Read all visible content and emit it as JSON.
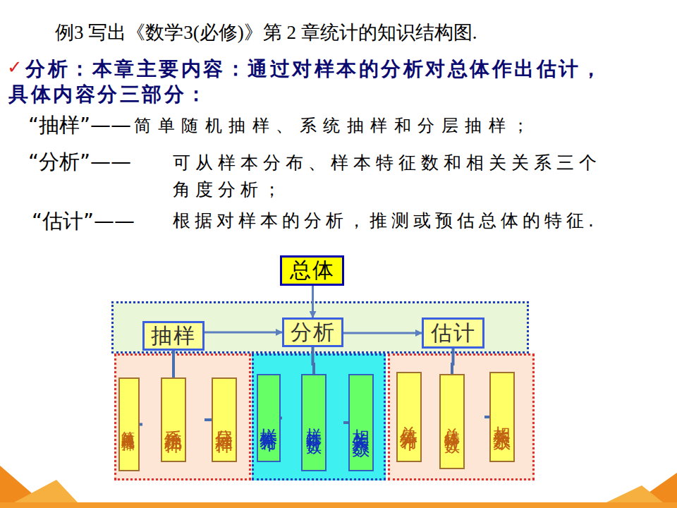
{
  "diagram": {
    "title": "例3 写出《数学3(必修)》第 2 章统计的知识结构图.",
    "nodes": [
      {
        "text": [
          "总体"
        ]
      },
      {
        "text": [
          "抽样"
        ]
      },
      {
        "text": [
          "分析"
        ]
      },
      {
        "text": [
          "估计"
        ]
      },
      {
        "text": [
          "简单随机抽样"
        ]
      },
      {
        "text": [
          "系统抽样"
        ]
      },
      {
        "text": [
          "分层抽样"
        ]
      },
      {
        "text": [
          "样本分布"
        ]
      },
      {
        "text": [
          "样本特征数"
        ]
      },
      {
        "text": [
          "相关系数"
        ]
      },
      {
        "text": [
          "总体分布"
        ]
      },
      {
        "text": [
          "总体特征数"
        ]
      },
      {
        "text": [
          "相关系数"
        ]
      }
    ],
    "edges": [
      {
        "from": 0,
        "to": 2,
        "arrow": "to"
      },
      {
        "from": 1,
        "to": 2,
        "arrow": "to"
      },
      {
        "from": 2,
        "to": 3,
        "arrow": "to"
      },
      {
        "from": 1,
        "to": 4,
        "arrow": "none"
      },
      {
        "from": 1,
        "to": 5,
        "arrow": "none"
      },
      {
        "from": 1,
        "to": 6,
        "arrow": "none"
      },
      {
        "from": 2,
        "to": 7,
        "arrow": "none"
      },
      {
        "from": 2,
        "to": 8,
        "arrow": "none"
      },
      {
        "from": 2,
        "to": 9,
        "arrow": "none"
      },
      {
        "from": 3,
        "to": 10,
        "arrow": "none"
      },
      {
        "from": 3,
        "to": 11,
        "arrow": "none"
      },
      {
        "from": 3,
        "to": 12,
        "arrow": "none"
      }
    ],
    "labels": [
      "✓",
      "分析：本章主要内容：通过对样本的分析对总体作出估计，具体内容分三部分：",
      "“抽样”——",
      "简单随机抽样、系统抽样和分层抽样；",
      "“分析”——",
      "可从样本分布、样本特征数和相关关系三个角度分析；",
      "“估计”——",
      "根据对样本的分析，推测或预估总体的特征."
    ]
  }
}
